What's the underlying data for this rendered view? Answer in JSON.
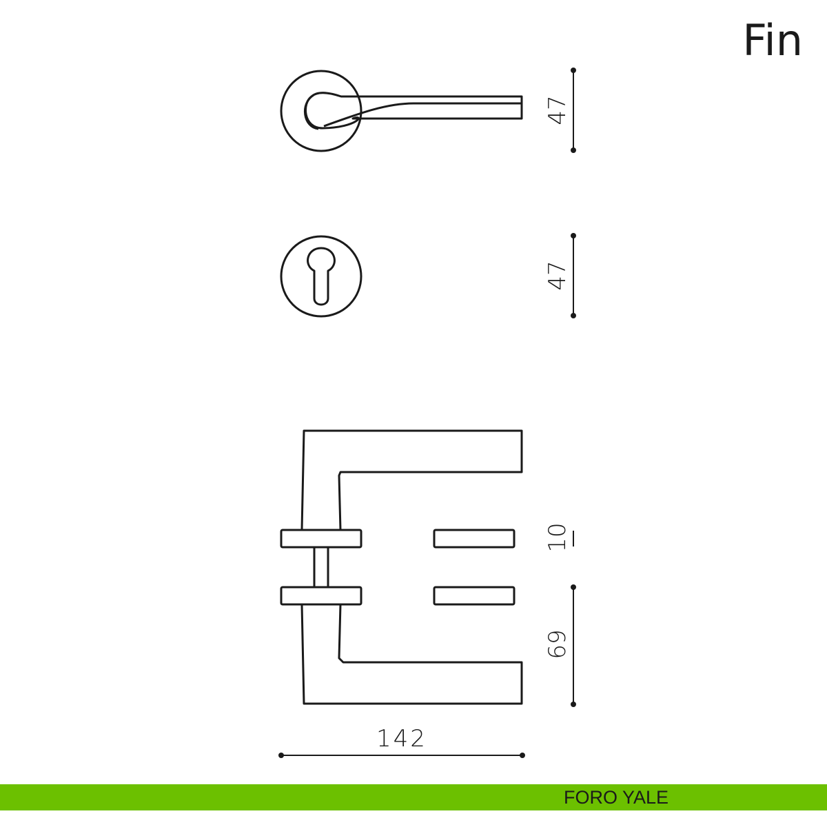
{
  "title": "Fin",
  "dimensions": {
    "lever_rose_height": "47",
    "escutcheon_height": "47",
    "rose_thickness": "10",
    "lever_projection": "69",
    "lever_length": "142"
  },
  "footer": {
    "brand": "FORO YALE",
    "color": "#6cc000"
  }
}
